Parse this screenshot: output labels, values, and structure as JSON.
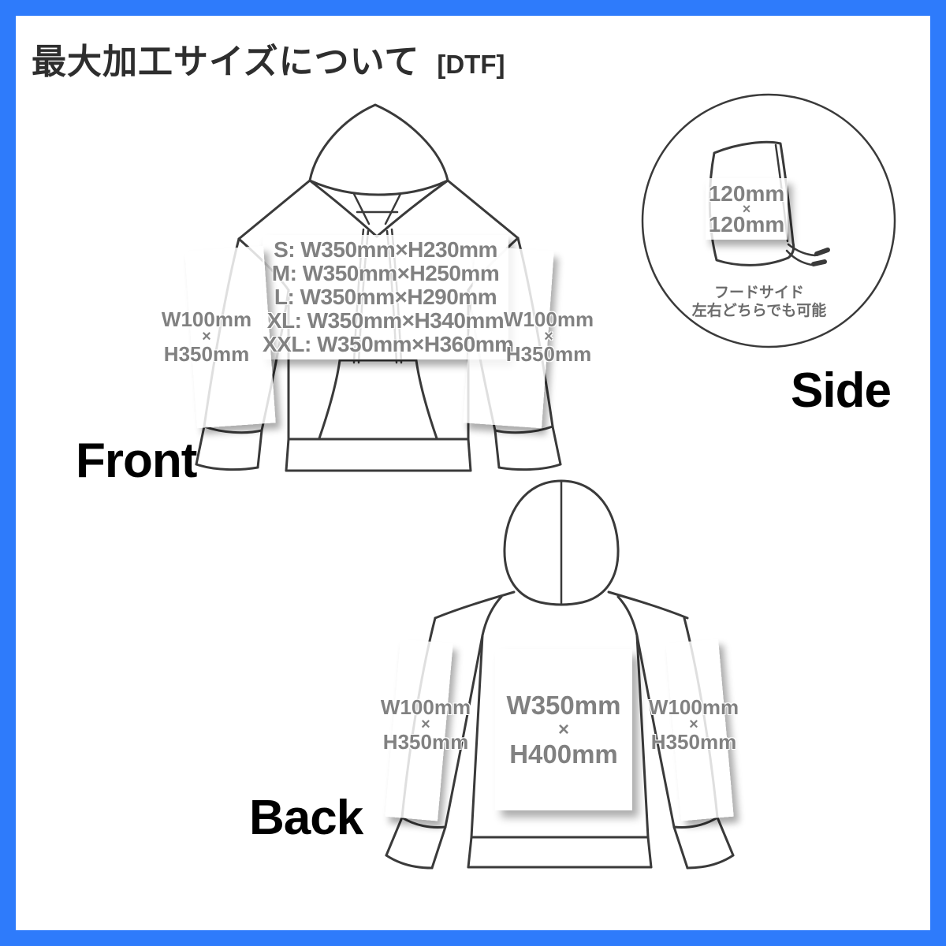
{
  "colors": {
    "border": "#2e7bfb",
    "outline": "#3a3a3a",
    "measurement_text": "#818181",
    "caption_text": "#6b6b6b",
    "label_text": "#000000",
    "title_text": "#2e2e2e"
  },
  "title": {
    "main": "最大加工サイズについて",
    "tag": "[DTF]"
  },
  "front": {
    "label": "Front",
    "size_list": [
      "S: W350mm×H230mm",
      "M: W350mm×H250mm",
      "L: W350mm×H290mm",
      "XL: W350mm×H340mm",
      "XXL: W350mm×H360mm"
    ],
    "left_sleeve": {
      "width": "W100mm",
      "times": "×",
      "height": "H350mm"
    },
    "right_sleeve": {
      "width": "W100mm",
      "times": "×",
      "height": "H350mm"
    }
  },
  "side": {
    "label": "Side",
    "hood_print": {
      "width": "120mm",
      "times": "×",
      "height": "120mm"
    },
    "caption_line1": "フードサイド",
    "caption_line2": "左右どちらでも可能"
  },
  "back": {
    "label": "Back",
    "center_print": {
      "width": "W350mm",
      "times": "×",
      "height": "H400mm"
    },
    "left_sleeve": {
      "width": "W100mm",
      "times": "×",
      "height": "H350mm"
    },
    "right_sleeve": {
      "width": "W100mm",
      "times": "×",
      "height": "H350mm"
    }
  }
}
